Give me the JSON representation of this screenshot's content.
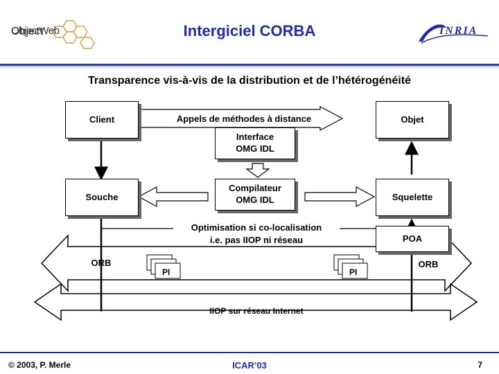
{
  "header": {
    "title": "Intergiciel CORBA",
    "logo_left": "ObjectWeb",
    "logo_right": "INRIA"
  },
  "diagram": {
    "subtitle": "Transparence vis-à-vis de la distribution et de l’hétérogénéité",
    "client": "Client",
    "appels": "Appels de méthodes à distance",
    "objet": "Objet",
    "interface": [
      "Interface",
      "OMG IDL"
    ],
    "compilateur": [
      "Compilateur",
      "OMG IDL"
    ],
    "souche": "Souche",
    "squelette": "Squelette",
    "optimisation": [
      "Optimisation si co-localisation",
      "i.e. pas IIOP ni réseau"
    ],
    "poa": "POA",
    "orb_left": "ORB",
    "orb_right": "ORB",
    "pi_left": "PI",
    "pi_right": "PI",
    "iiop": "IIOP sur réseau Internet"
  },
  "footer": {
    "copyright": "© 2003, P. Merle",
    "conference": "ICAR’03",
    "page": "7"
  },
  "colors": {
    "title": "#1f2aa8",
    "conference": "#1f2aa8",
    "rule": "#2b3a9a"
  }
}
